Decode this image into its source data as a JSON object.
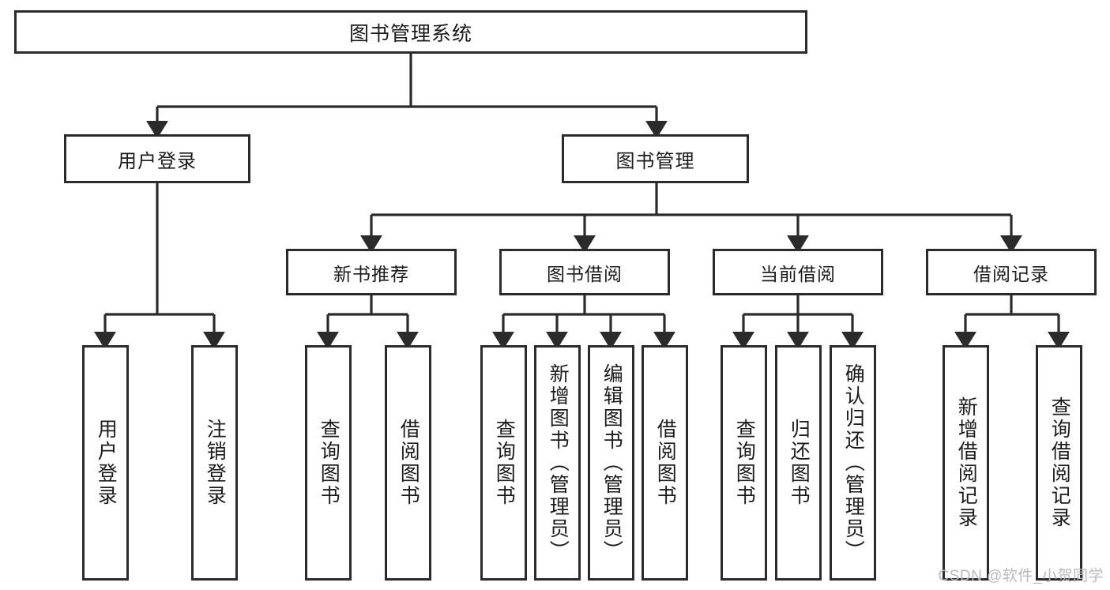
{
  "diagram": {
    "title": "图书管理系统",
    "type": "tree-hierarchy-diagram",
    "colors": {
      "box_border": "#2b2b2b",
      "box_fill": "#ffffff",
      "connector": "#2b2b2b",
      "text": "#1b1b1b",
      "watermark": "#b9b9b9",
      "background": "#ffffff"
    },
    "root": {
      "label": "图书管理系统"
    },
    "level2": [
      {
        "label": "用户登录"
      },
      {
        "label": "图书管理"
      }
    ],
    "level3": [
      {
        "label": "新书推荐"
      },
      {
        "label": "图书借阅"
      },
      {
        "label": "当前借阅"
      },
      {
        "label": "借阅记录"
      }
    ],
    "leaves": {
      "user_login": [
        {
          "label": "用户登录"
        },
        {
          "label": "注销登录"
        }
      ],
      "new_book_recommend": [
        {
          "label": "查询图书"
        },
        {
          "label": "借阅图书"
        }
      ],
      "book_borrow": [
        {
          "label": "查询图书"
        },
        {
          "label": "新增图书（管理员）"
        },
        {
          "label": "编辑图书（管理员）"
        },
        {
          "label": "借阅图书"
        }
      ],
      "current_borrow": [
        {
          "label": "查询图书"
        },
        {
          "label": "归还图书"
        },
        {
          "label": "确认归还（管理员）"
        }
      ],
      "borrow_records": [
        {
          "label": "新增借阅记录"
        },
        {
          "label": "查询借阅记录"
        }
      ]
    }
  },
  "watermark": {
    "text": "CSDN @软件_小贺同学"
  }
}
